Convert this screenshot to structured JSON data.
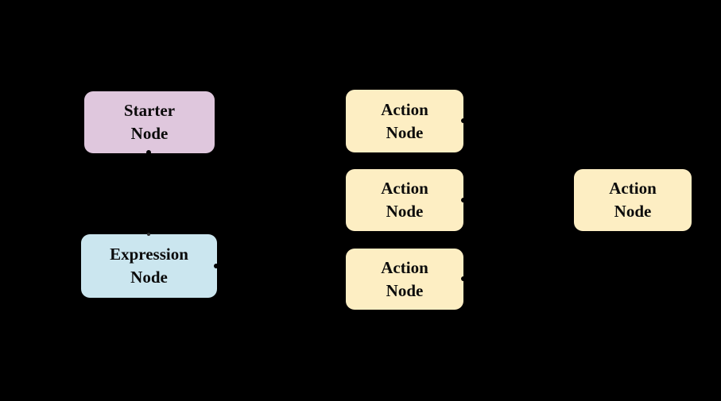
{
  "diagram": {
    "background_color": "#000000",
    "text_color": "#0b0b0b",
    "colors": {
      "starter_fill": "#DFC7DD",
      "expression_fill": "#CBE6EF",
      "action_fill": "#FDEEC3"
    },
    "nodes": [
      {
        "id": "starter-node",
        "line1": "Starter",
        "line2": "Node",
        "fill": "#DFC7DD"
      },
      {
        "id": "expression-node",
        "line1": "Expression",
        "line2": "Node",
        "fill": "#CBE6EF"
      },
      {
        "id": "action-node-1",
        "line1": "Action",
        "line2": "Node",
        "fill": "#FDEEC3"
      },
      {
        "id": "action-node-2",
        "line1": "Action",
        "line2": "Node",
        "fill": "#FDEEC3"
      },
      {
        "id": "action-node-3",
        "line1": "Action",
        "line2": "Node",
        "fill": "#FDEEC3"
      },
      {
        "id": "action-node-right",
        "line1": "Action",
        "line2": "Node",
        "fill": "#FDEEC3"
      }
    ]
  }
}
